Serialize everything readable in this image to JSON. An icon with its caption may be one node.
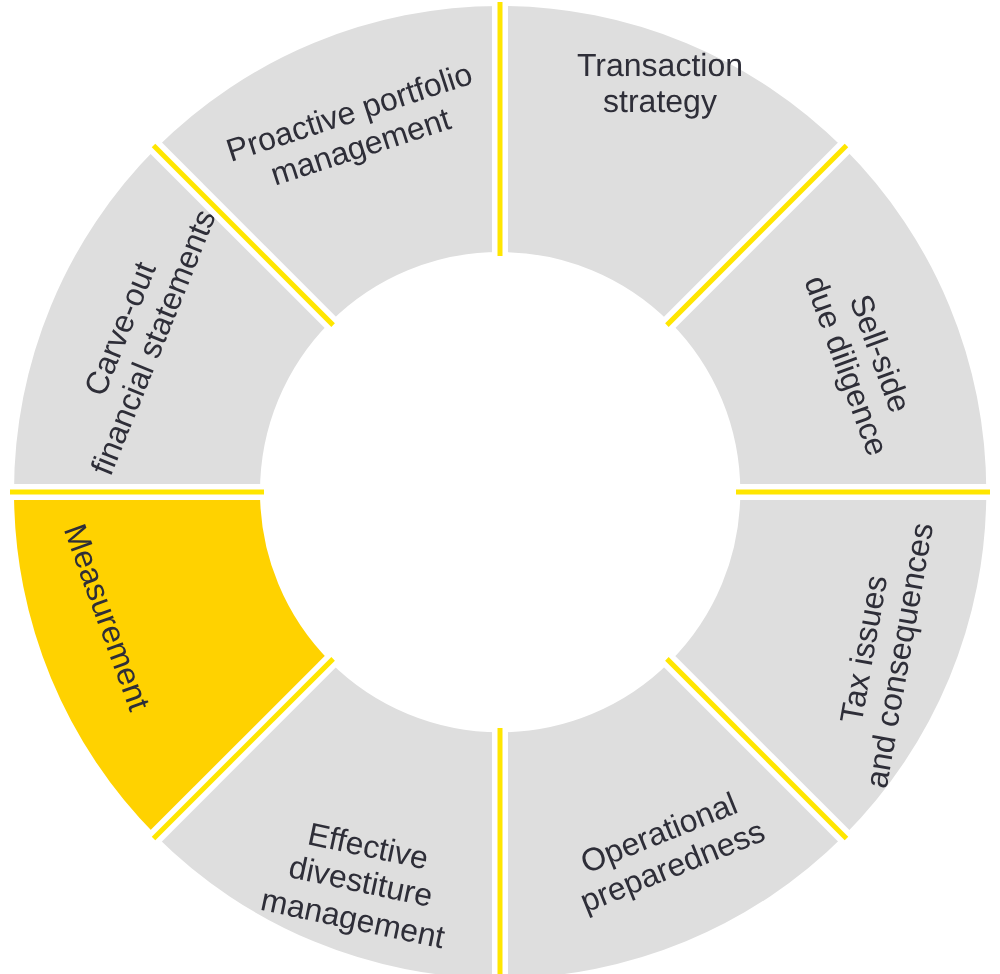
{
  "diagram": {
    "nodes": [
      {
        "text": [
          "Transaction strategy"
        ]
      },
      {
        "text": [
          "Sell-side due diligence"
        ]
      },
      {
        "text": [
          "Tax issues and consequences"
        ]
      },
      {
        "text": [
          "Operational preparedness"
        ]
      },
      {
        "text": [
          "Effective divestiture management"
        ]
      },
      {
        "text": [
          "Measurement"
        ]
      },
      {
        "text": [
          "Carve-out financial statements"
        ]
      },
      {
        "text": [
          "Proactive portfolio management"
        ]
      }
    ]
  }
}
